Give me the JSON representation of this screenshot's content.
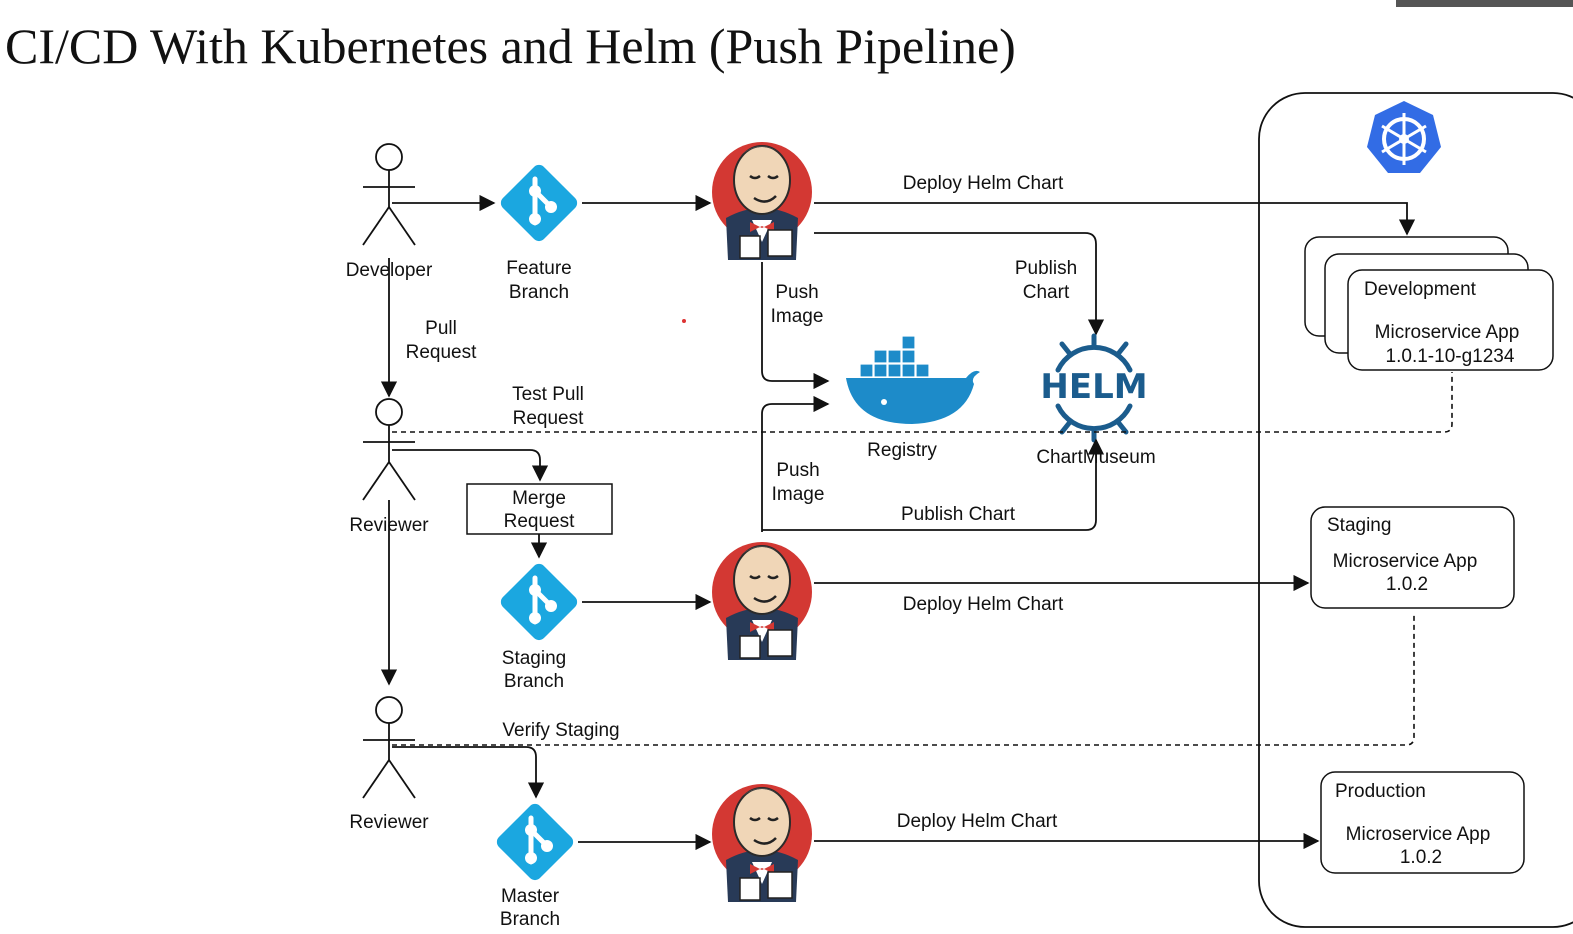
{
  "title": "CI/CD With Kubernetes and Helm (Push Pipeline)",
  "colors": {
    "git": "#1ba7e0",
    "jenkins_red": "#d33833",
    "docker": "#1d8bc9",
    "helm": "#1b5c8d",
    "k8s": "#326ce5"
  },
  "icons": {
    "git": "git-diamond-icon",
    "jenkins": "jenkins-butler-icon",
    "docker": "docker-whale-icon",
    "helm": "helm-wheel-icon",
    "kubernetes": "kubernetes-wheel-icon"
  },
  "actors": {
    "developer": "Developer",
    "reviewer1": "Reviewer",
    "reviewer2": "Reviewer"
  },
  "branches": {
    "feature": [
      "Feature",
      "Branch"
    ],
    "staging": [
      "Staging",
      "Branch"
    ],
    "master": [
      "Master",
      "Branch"
    ]
  },
  "merge_request": [
    "Merge",
    "Request"
  ],
  "flows": {
    "pull_request": [
      "Pull",
      "Request"
    ],
    "test_pull_request": [
      "Test Pull",
      "Request"
    ],
    "push_image_top": [
      "Push",
      "Image"
    ],
    "push_image_bottom": [
      "Push",
      "Image"
    ],
    "publish_chart_top": [
      "Publish",
      "Chart"
    ],
    "publish_chart_bottom": "Publish Chart",
    "deploy_dev": "Deploy Helm Chart",
    "deploy_staging": "Deploy Helm Chart",
    "deploy_prod": "Deploy Helm Chart",
    "verify_staging": "Verify Staging"
  },
  "registry": "Registry",
  "helm_logo": "HELM",
  "chartmuseum": "ChartMuseum",
  "environments": {
    "development": {
      "name": "Development",
      "app": "Microservice App",
      "version": "1.0.1-10-g1234"
    },
    "staging": {
      "name": "Staging",
      "app": "Microservice App",
      "version": "1.0.2"
    },
    "production": {
      "name": "Production",
      "app": "Microservice App",
      "version": "1.0.2"
    }
  }
}
